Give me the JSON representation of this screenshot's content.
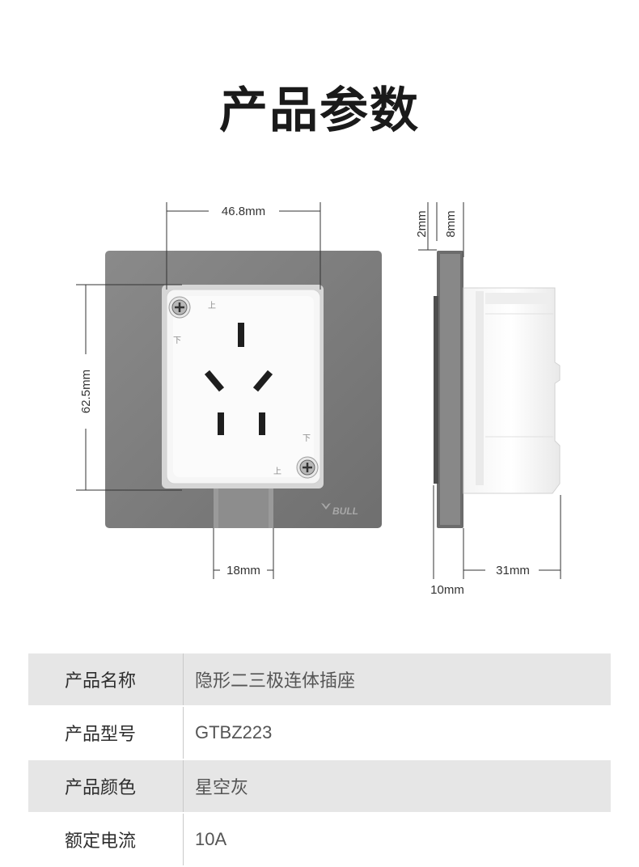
{
  "page_title": "产品参数",
  "dimensions": {
    "width_top": "46.8mm",
    "height_left": "62.5mm",
    "bottom_width": "18mm",
    "side_2mm": "2mm",
    "side_8mm": "8mm",
    "depth_31mm": "31mm",
    "side_10mm": "10mm"
  },
  "socket": {
    "brand": "BULL",
    "mark_up": "上",
    "mark_down": "下"
  },
  "specs": [
    {
      "label": "产品名称",
      "value": "隐形二三极连体插座"
    },
    {
      "label": "产品型号",
      "value": "GTBZ223"
    },
    {
      "label": "产品颜色",
      "value": "星空灰"
    },
    {
      "label": "额定电流",
      "value": "10A"
    }
  ]
}
